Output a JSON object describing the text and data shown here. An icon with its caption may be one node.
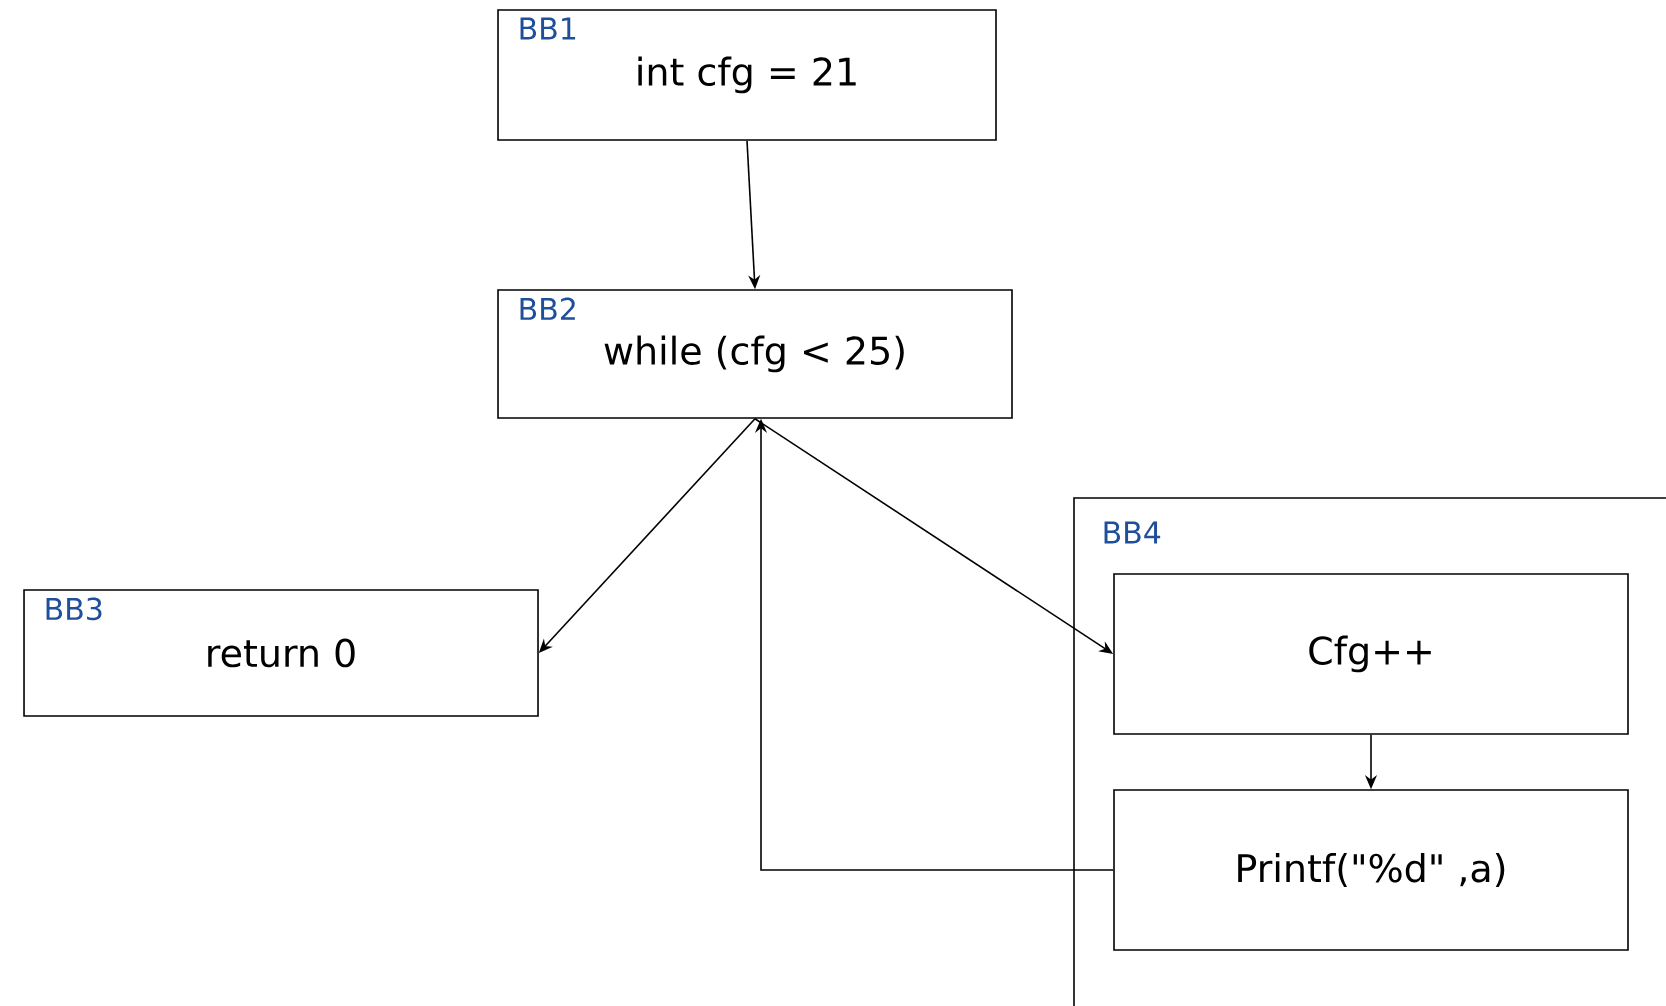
{
  "diagram": {
    "nodes": [
      {
        "text": [
          "BB1",
          "int cfg = 21"
        ]
      },
      {
        "text": [
          "BB2",
          "while (cfg < 25)"
        ]
      },
      {
        "text": [
          "BB3",
          "return 0"
        ]
      },
      {
        "text": [
          "BB4"
        ]
      },
      {
        "text": [
          "Cfg++"
        ],
        "in": 3
      },
      {
        "text": [
          "Printf(\"%d\" ,a)"
        ],
        "in": 3
      }
    ],
    "edges": [
      {
        "from": 0,
        "to": 1,
        "arrow": "to"
      },
      {
        "from": 1,
        "to": 2,
        "arrow": "to"
      },
      {
        "from": 1,
        "to": 4,
        "arrow": "to"
      },
      {
        "from": 4,
        "to": 5,
        "arrow": "to"
      },
      {
        "from": 5,
        "to": 1,
        "arrow": "to"
      }
    ]
  }
}
